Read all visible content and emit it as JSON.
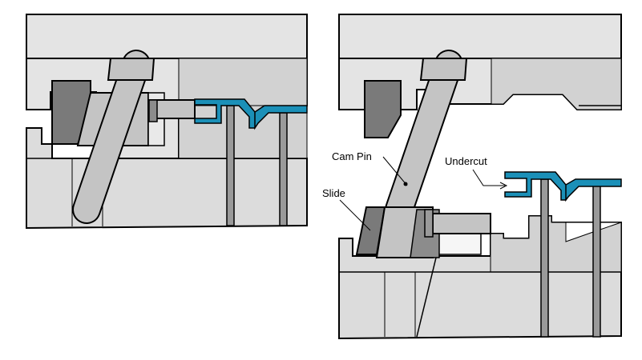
{
  "labels": {
    "cam_pin": "Cam Pin",
    "slide": "Slide",
    "undercut": "Undercut"
  },
  "colors": {
    "plate_light": "#e4e4e4",
    "plate_mid": "#d2d2d2",
    "pin_gray": "#c4c4c4",
    "slide_dark": "#8c8c8c",
    "block_dark": "#7a7a7a",
    "part_blue": "#1b90b8",
    "outline": "#000000"
  }
}
